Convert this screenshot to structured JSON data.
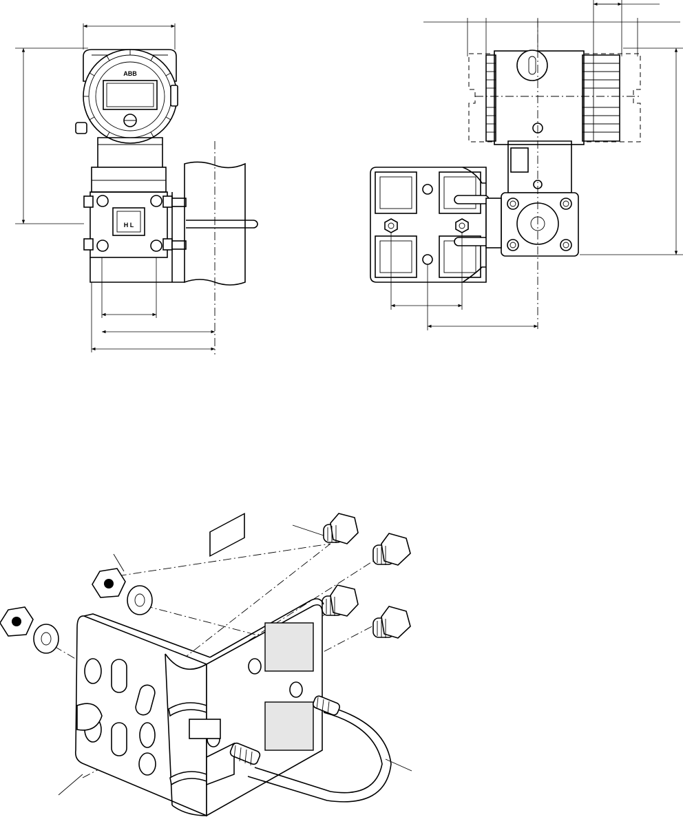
{
  "drawing": {
    "brand_mark": "ABB",
    "sensor_marking": "H L",
    "views": [
      "front-view",
      "side-view",
      "exploded-bracket-view"
    ]
  }
}
